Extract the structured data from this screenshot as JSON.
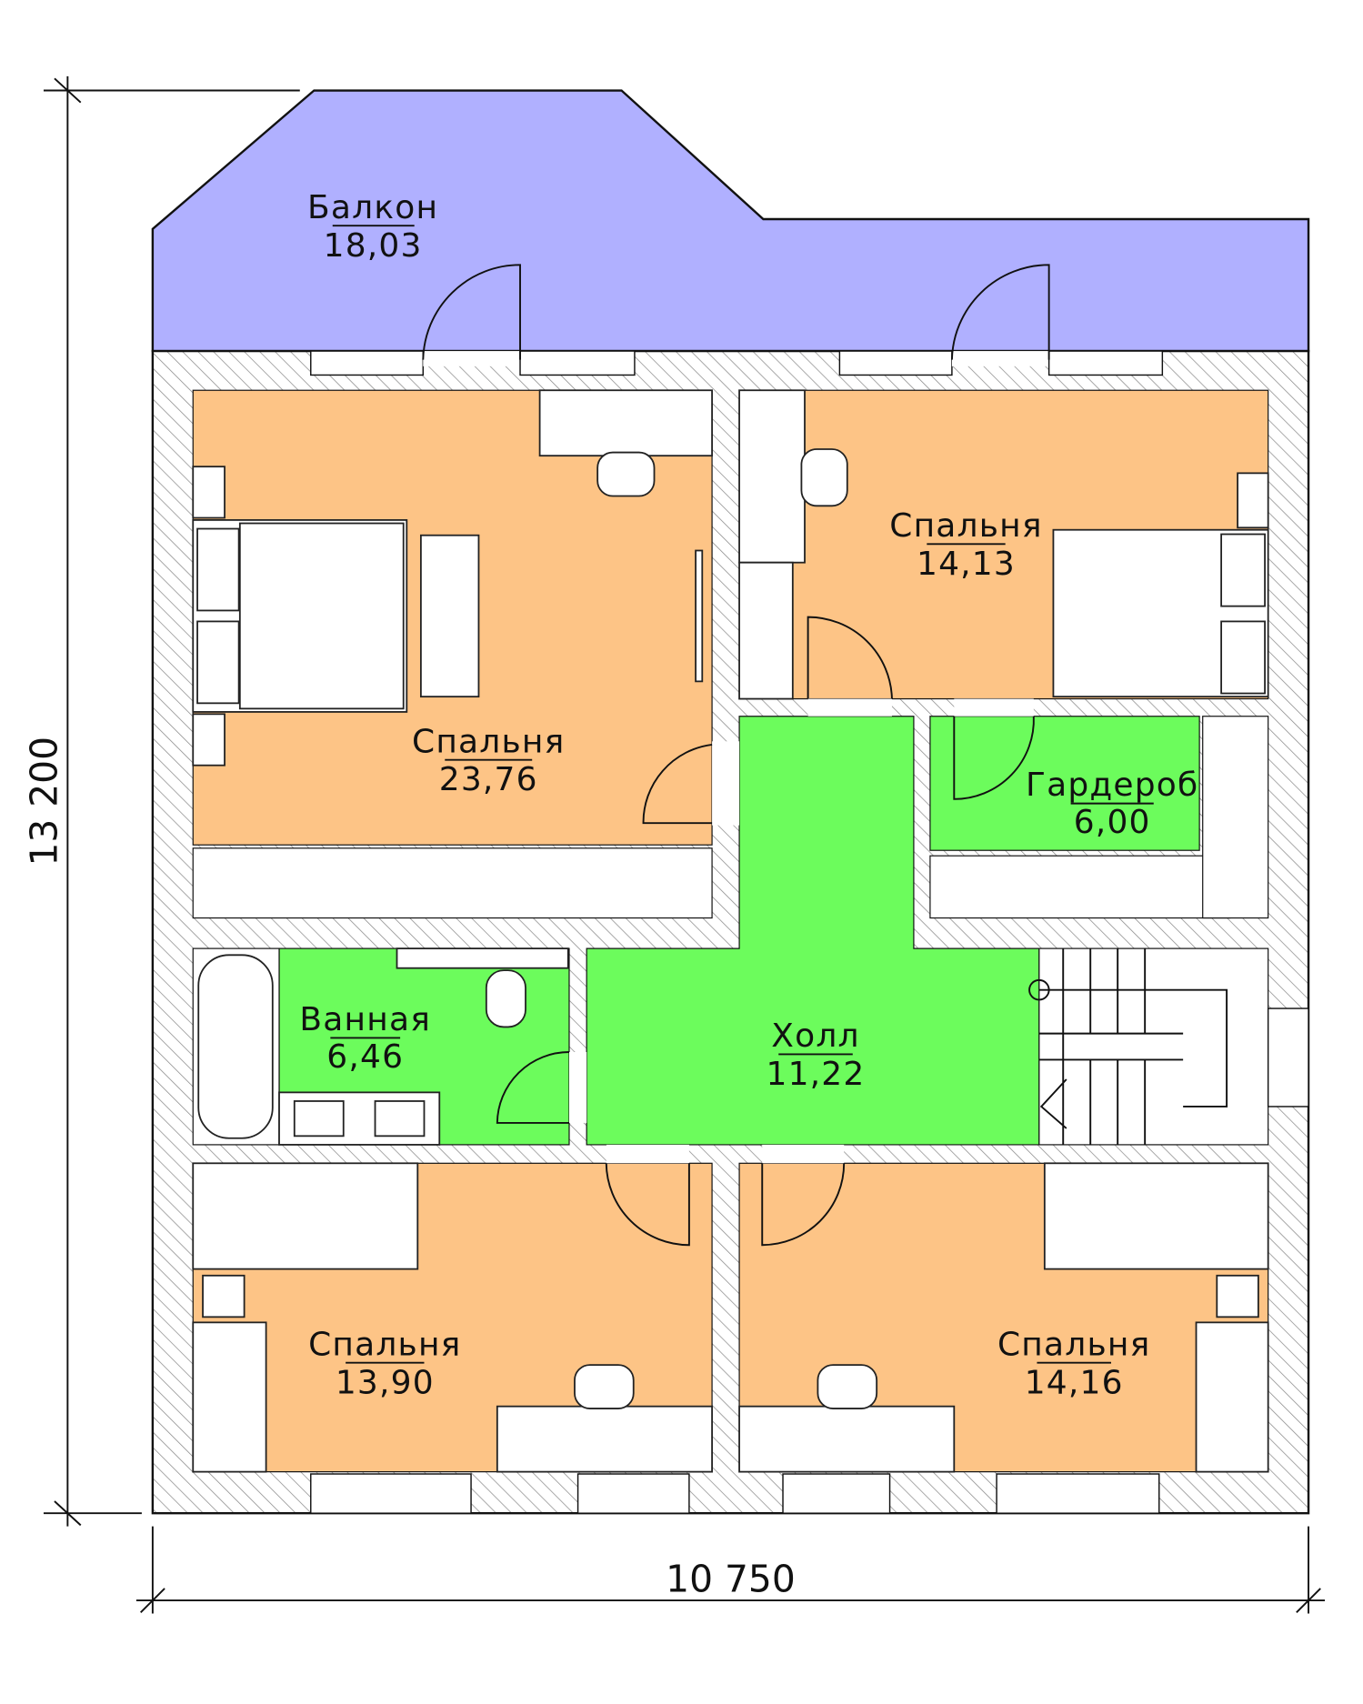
{
  "dimensions": {
    "height_label": "13 200",
    "width_label": "10 750"
  },
  "colors": {
    "balcony": "#b0b0ff",
    "bedroom": "#fdc486",
    "wet": "#6cfc5c",
    "wall_hatch": "#888888"
  },
  "rooms": [
    {
      "name": "Балкон",
      "area": "18,03"
    },
    {
      "name": "Спальня",
      "area": "23,76"
    },
    {
      "name": "Спальня",
      "area": "14,13"
    },
    {
      "name": "Гардероб",
      "area": "6,00"
    },
    {
      "name": "Ванная",
      "area": "6,46"
    },
    {
      "name": "Холл",
      "area": "11,22"
    },
    {
      "name": "Спальня",
      "area": "13,90"
    },
    {
      "name": "Спальня",
      "area": "14,16"
    }
  ]
}
